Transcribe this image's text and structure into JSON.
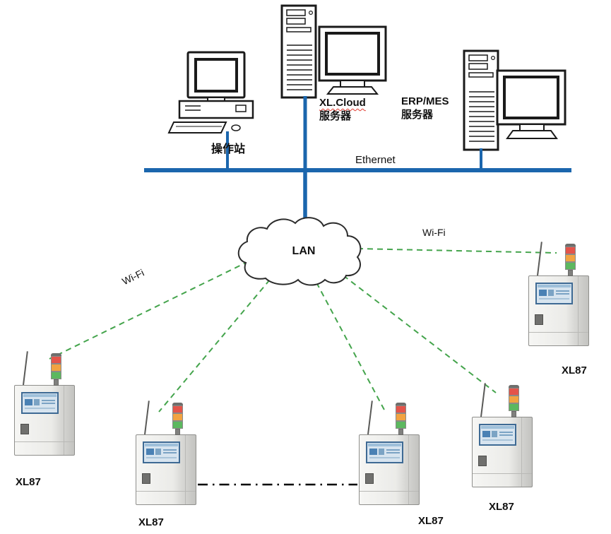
{
  "network": {
    "ethernet_label": "Ethernet",
    "lan_label": "LAN",
    "wifi_label_left": "Wi-Fi",
    "wifi_label_right": "Wi-Fi"
  },
  "nodes": {
    "operator_station": {
      "label": "操作站"
    },
    "xlcloud_server": {
      "label_line1": "XL.Cloud",
      "label_line2": "服务器"
    },
    "erp_mes_server": {
      "label_line1": "ERP/MES",
      "label_line2": "服务器"
    }
  },
  "devices": [
    {
      "label": "XL87"
    },
    {
      "label": "XL87"
    },
    {
      "label": "XL87"
    },
    {
      "label": "XL87"
    },
    {
      "label": "XL87"
    }
  ],
  "colors": {
    "ethernet_bus": "#1b66ad",
    "wifi_link": "#44a44c",
    "device_chain": "#000000",
    "stack_red": "#e4544a",
    "stack_amber": "#f2a341",
    "stack_green": "#5cb85f"
  }
}
